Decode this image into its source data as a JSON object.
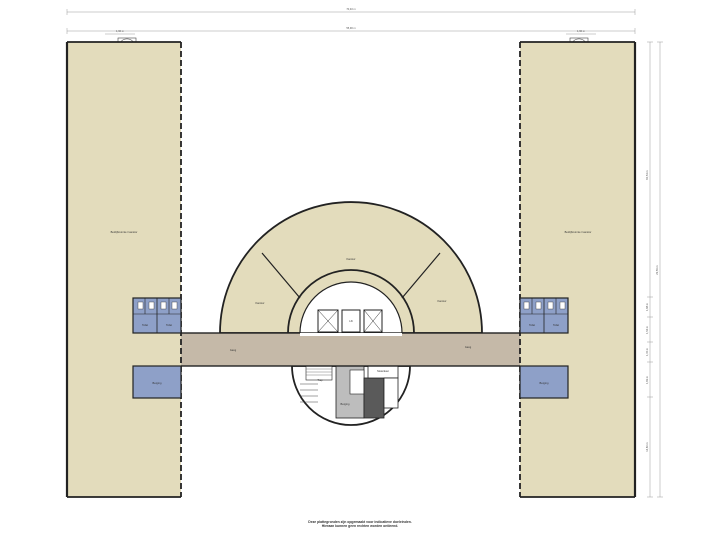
{
  "colors": {
    "wing": "#e3dcbc",
    "corridor": "#c5b9a8",
    "service": "#8ea0c8",
    "wall": "#222222",
    "stair": "#ffffff",
    "grey_core": "#bdbdbd",
    "dark_core": "#5a5a5a"
  },
  "dimensions": {
    "overall": "70,40 m",
    "inner": "55,90 m",
    "left_stub": "1,60 m",
    "right_stub": "1,60 m",
    "vertical": [
      "60,54 m",
      "29,59 m",
      "1,68 m",
      "1,54 m",
      "1,15 m",
      "1,63 m",
      "14,60 m"
    ]
  },
  "labels": {
    "left_wing": "Bedrijfsruimte / kantoor",
    "right_wing": "Bedrijfsruimte / kantoor",
    "arc_left": "Kantoor",
    "arc_top": "Kantoor",
    "arc_right": "Kantoor",
    "corridor_left": "Gang",
    "corridor_right": "Gang",
    "lift_middle": "Lift",
    "stair_room": "Trap",
    "service_left": "Toilet",
    "service_left_2": "Toilet",
    "service_right": "Toilet",
    "service_right_2": "Toilet",
    "storage_left": "Berging",
    "storage_right": "Berging",
    "core_a": "Berging",
    "core_b": "Meterkast"
  },
  "disclaimer": {
    "line1": "Deze plattegronden zijn opgemaakt voor indicatieve doeleinden.",
    "line2": "Hieraan kunnen geen rechten worden ontleend."
  }
}
